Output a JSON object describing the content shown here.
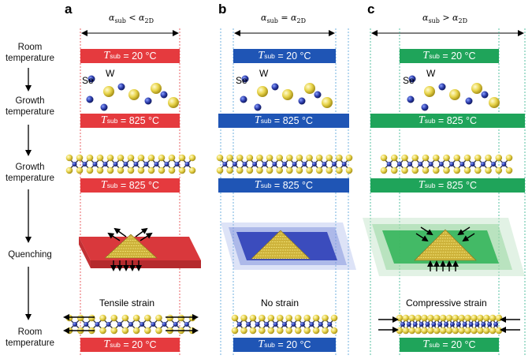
{
  "row_labels": {
    "room_top": [
      "Room",
      "temperature"
    ],
    "growth1": [
      "Growth",
      "temperature"
    ],
    "growth2": [
      "Growth",
      "temperature"
    ],
    "quench": [
      "Quenching"
    ],
    "room_bottom": [
      "Room",
      "temperature"
    ]
  },
  "panels": [
    {
      "letter": "a",
      "alpha": {
        "lhs": "α",
        "lhs_sub": "sub",
        "rel": "<",
        "rhs": "α",
        "rhs_sub": "2D"
      },
      "color": "#e53a3e",
      "bars": {
        "t20": "= 20 °C",
        "t825": "= 825 °C"
      },
      "strain": "Tensile strain"
    },
    {
      "letter": "b",
      "alpha": {
        "lhs": "α",
        "lhs_sub": "sub",
        "rel": "=",
        "rhs": "α",
        "rhs_sub": "2D"
      },
      "color": "#1f55b5",
      "bars": {
        "t20": "= 20 °C",
        "t825": "= 825 °C"
      },
      "strain": "No strain"
    },
    {
      "letter": "c",
      "alpha": {
        "lhs": "α",
        "lhs_sub": "sub",
        "rel": ">",
        "rhs": "α",
        "rhs_sub": "2D"
      },
      "color": "#1fa45a",
      "bars": {
        "t20": "= 20 °C",
        "t825": "= 825 °C"
      },
      "strain": "Compressive strain"
    }
  ],
  "temp_symbol": {
    "T": "T",
    "sub": "sub"
  },
  "atom_labels": {
    "se": "Se",
    "w": "W"
  }
}
